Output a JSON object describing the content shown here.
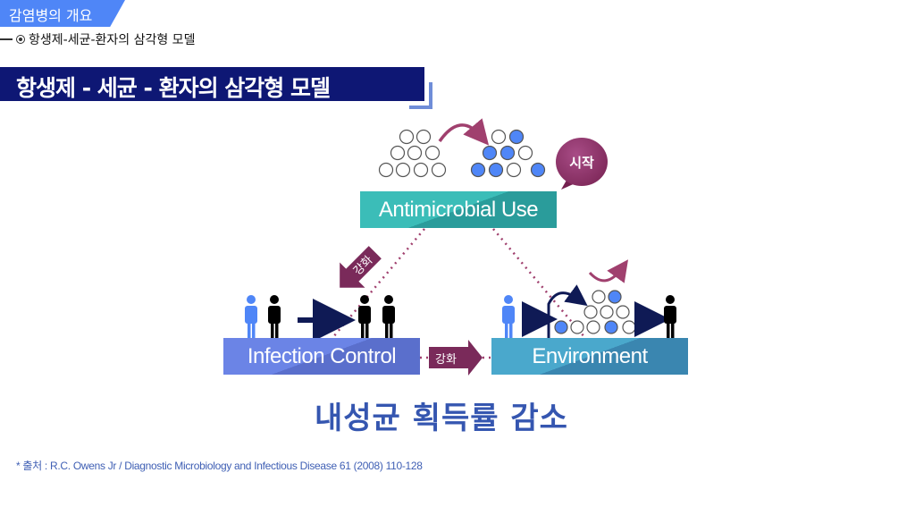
{
  "header": {
    "section_tab": "감염병의 개요",
    "subtitle": "항생제-세균-환자의  삼각형 모델",
    "title": "항생제 - 세균 - 환자의 삼각형 모델"
  },
  "diagram": {
    "nodes": {
      "top": "Antimicrobial Use",
      "left": "Infection Control",
      "right": "Environment"
    },
    "start_badge": "시작",
    "reinforce_left": "강화",
    "reinforce_bottom": "강화",
    "result": "내성균 획득률 감소"
  },
  "colors": {
    "navy": "#0e1774",
    "accent_blue": "#4f86f7",
    "teal": "#3bbdb8",
    "purple": "#7a2a5a",
    "result_blue": "#3556b0"
  },
  "footer": {
    "source": "* 출처 : R.C. Owens Jr / Diagnostic Microbiology and Infectious Disease 61 (2008) 110-128"
  }
}
